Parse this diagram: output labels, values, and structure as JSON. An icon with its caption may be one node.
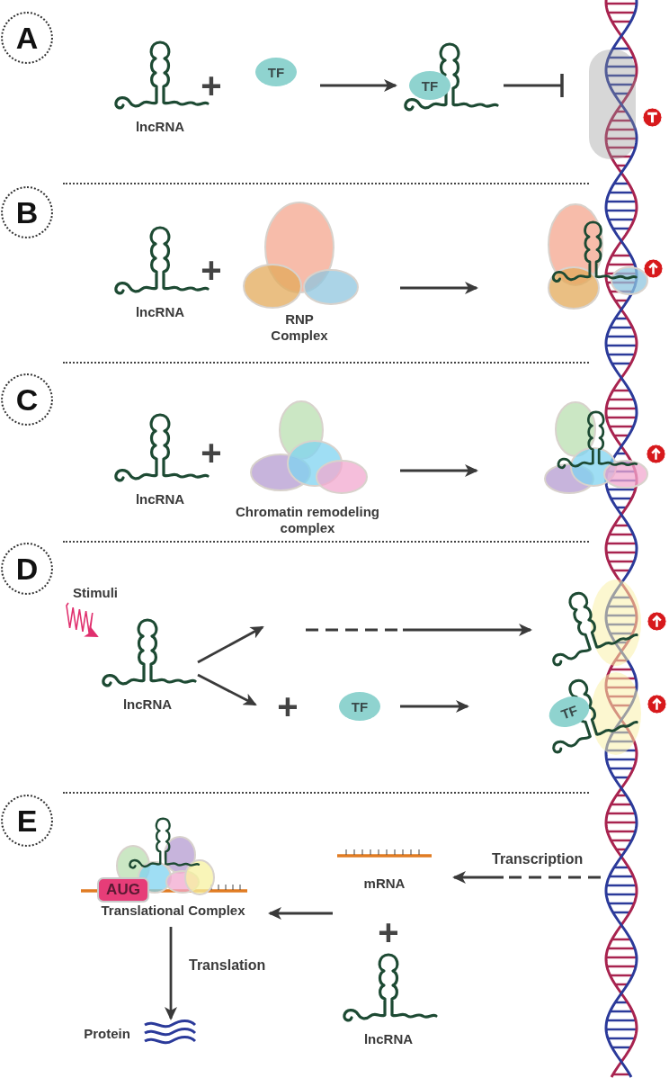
{
  "diagram": {
    "nodes": [
      {
        "text": [
          "A"
        ]
      },
      {
        "text": [
          "lncRNA"
        ]
      },
      {
        "text": [
          "TF"
        ]
      },
      {
        "text": [
          "TF"
        ]
      },
      {
        "text": [],
        "shape": "box"
      },
      {
        "text": [
          "B"
        ]
      },
      {
        "text": [
          "lncRNA"
        ]
      },
      {
        "text": [
          "RNP Complex"
        ]
      },
      {
        "text": [],
        "shape": "picture"
      },
      {
        "text": [
          "C"
        ]
      },
      {
        "text": [
          "lncRNA"
        ]
      },
      {
        "text": [
          "Chromatin remodeling complex"
        ]
      },
      {
        "text": [],
        "shape": "picture"
      },
      {
        "text": [
          "D"
        ]
      },
      {
        "text": [
          "Stimuli"
        ]
      },
      {
        "text": [
          "lncRNA"
        ]
      },
      {
        "text": [
          "TF"
        ]
      },
      {
        "text": [],
        "shape": "picture"
      },
      {
        "text": [
          "TF"
        ]
      },
      {
        "text": [
          "E"
        ]
      },
      {
        "text": [
          "AUG",
          "Translational Complex"
        ]
      },
      {
        "text": [
          "mRNA"
        ]
      },
      {
        "text": [
          "lncRNA"
        ]
      },
      {
        "text": [
          "Protein"
        ]
      },
      {
        "text": [],
        "shape": "picture"
      }
    ],
    "edges": [
      {
        "from": 2,
        "to": 3,
        "arrow": "to"
      },
      {
        "from": 3,
        "to": 4,
        "arrow": "other"
      },
      {
        "from": 7,
        "to": 8,
        "arrow": "to"
      },
      {
        "from": 11,
        "to": 12,
        "arrow": "to"
      },
      {
        "from": 14,
        "to": 15,
        "arrow": "to",
        "color": "#e0306e"
      },
      {
        "from": 15,
        "to": null,
        "arrow": "to"
      },
      {
        "from": null,
        "to": 17,
        "arrow": "to",
        "style": "dashed"
      },
      {
        "from": 15,
        "to": null,
        "arrow": "to"
      },
      {
        "from": 16,
        "to": 18,
        "arrow": "to"
      },
      {
        "from": 24,
        "to": 21,
        "arrow": "to",
        "label": "Transcription",
        "style": "dashed"
      },
      {
        "from": 21,
        "to": 20,
        "arrow": "to"
      },
      {
        "from": 20,
        "to": 23,
        "arrow": "to",
        "label": "Translation"
      }
    ],
    "labels": [
      "+",
      "+",
      "+",
      "+",
      "+"
    ]
  }
}
